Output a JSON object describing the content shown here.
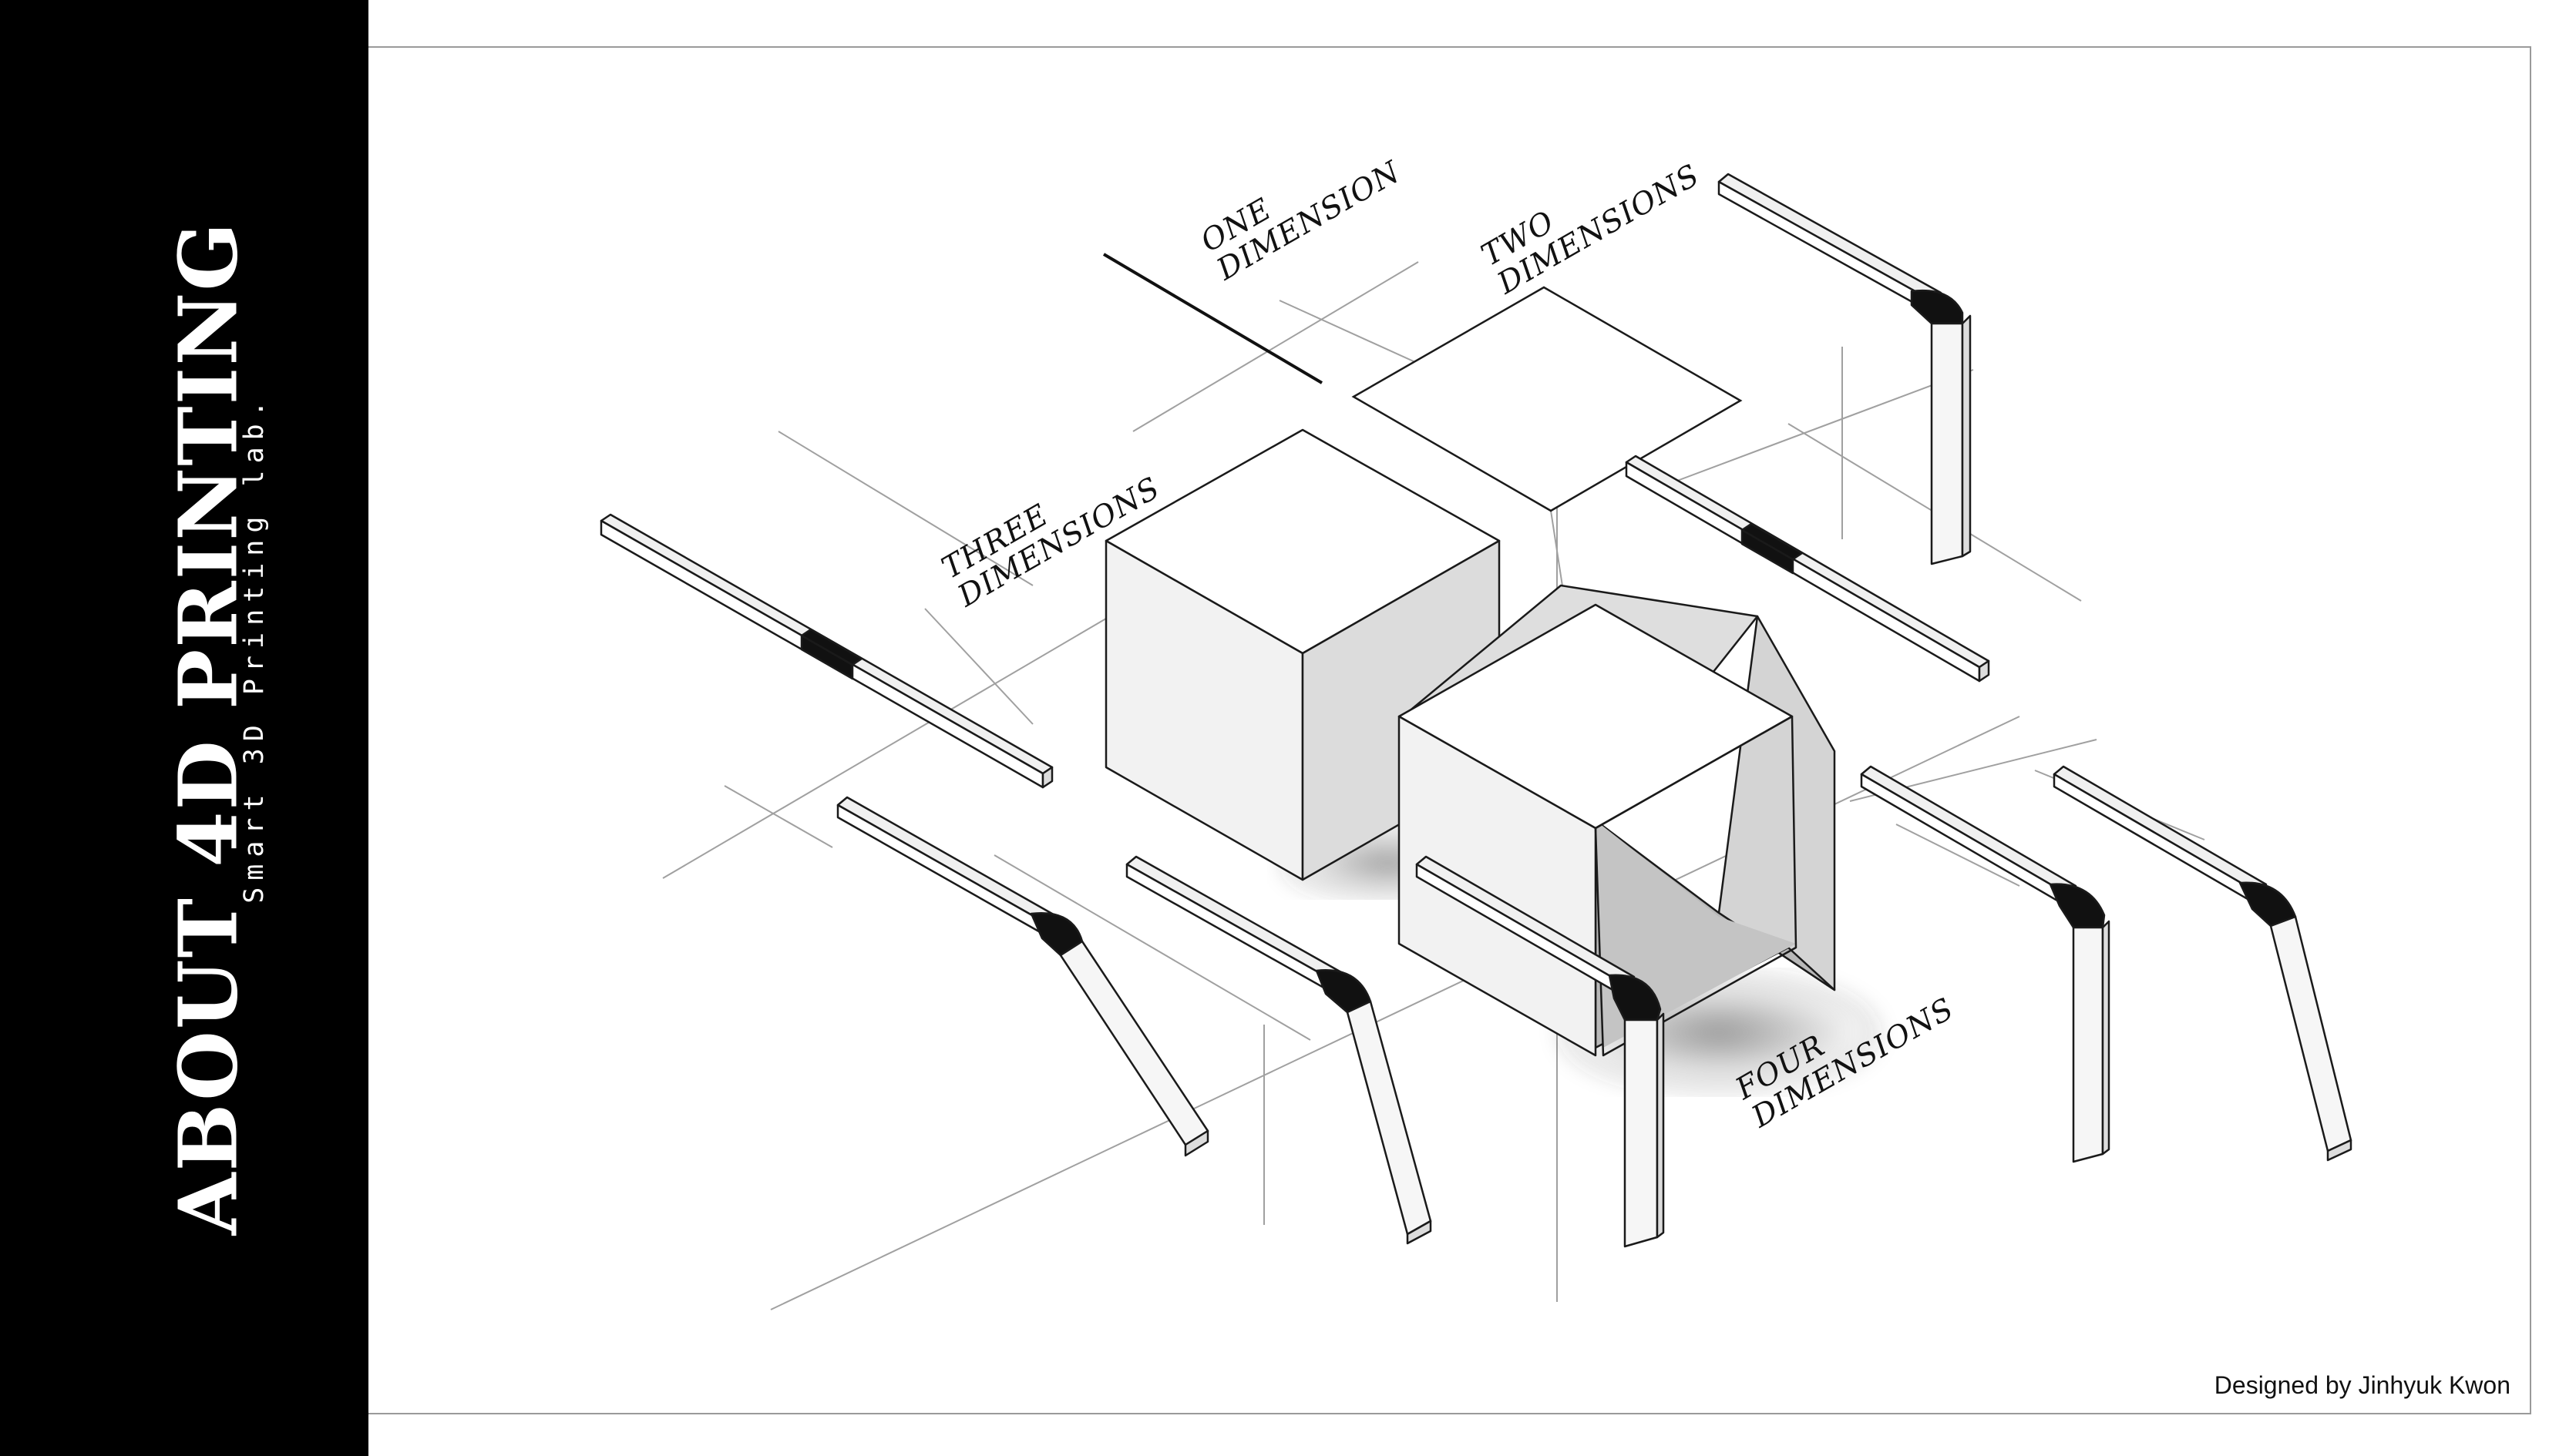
{
  "side_panel": {
    "title": "ABOUT 4D PRINTING",
    "subtitle": "Smart 3D Printing lab."
  },
  "labels": {
    "one": [
      "ONE",
      "DIMENSION"
    ],
    "two": [
      "TWO",
      "DIMENSIONS"
    ],
    "three": [
      "THREE",
      "DIMENSIONS"
    ],
    "four": [
      "FOUR",
      "DIMENSIONS"
    ]
  },
  "credit": "Designed by Jinhyuk Kwon",
  "colors": {
    "panel": "#000000",
    "panel_text": "#ffffff",
    "stroke": "#1a1a1a",
    "guide": "#9a9a9a",
    "face_top": "#ffffff",
    "face_left": "#f2f2f2",
    "face_right": "#dcdcdc"
  }
}
